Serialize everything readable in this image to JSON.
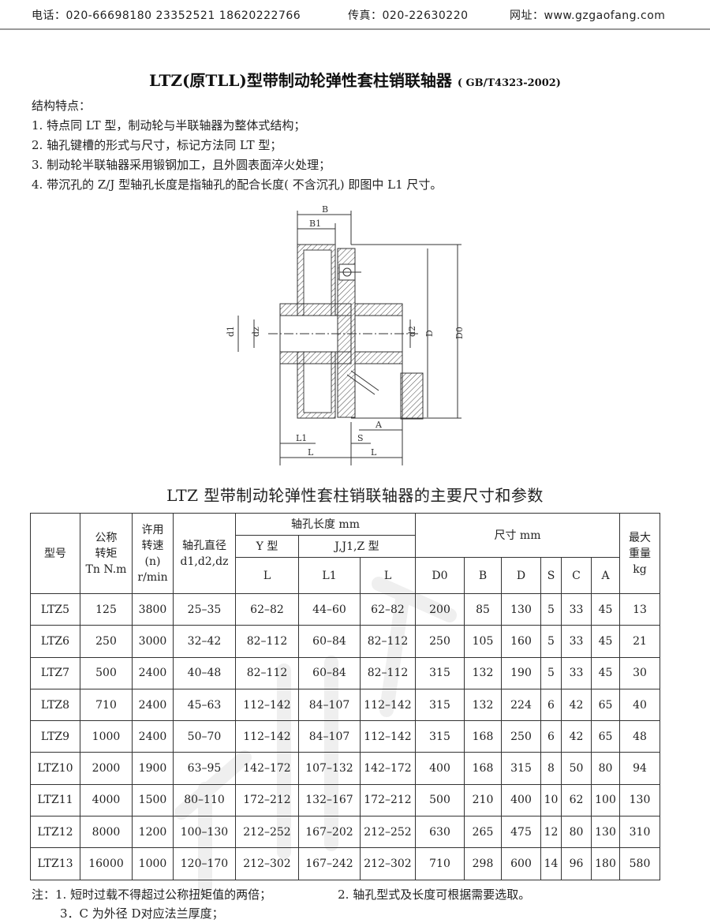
{
  "header": {
    "phone_label": "电话：",
    "phone_values": "020-66698180  23352521  18620222766",
    "fax_label": "传真：",
    "fax_value": "020-22630220",
    "web_label": "网址：",
    "web_value": "www.gzgaofang.com"
  },
  "title": {
    "main": "LTZ(原TLL)型带制动轮弹性套柱销联轴器",
    "standard": "( GB/T4323-2002)"
  },
  "features": {
    "heading": "结构特点：",
    "items": [
      "1. 特点同 LT 型，制动轮与半联轴器为整体式结构；",
      "2. 轴孔键槽的形式与尺寸，标记方法同 LT 型；",
      "3. 制动轮半联轴器采用锻钢加工，且外圆表面淬火处理；",
      "4. 带沉孔的 Z/J  型轴孔长度是指轴孔的配合长度( 不含沉孔) 即图中 L1 尺寸。"
    ]
  },
  "diagram": {
    "labels": {
      "B": "B",
      "B1": "B1",
      "d1": "d1",
      "dz": "dz",
      "d2": "d2",
      "D": "D",
      "D0": "D0",
      "L1": "L1",
      "L": "L",
      "S": "S",
      "A": "A"
    }
  },
  "table": {
    "title": "LTZ 型带制动轮弹性套柱销联轴器的主要尺寸和参数",
    "headers": {
      "model": "型号",
      "torque": [
        "公称",
        "转矩",
        "Tn N.m"
      ],
      "speed": [
        "许用",
        "转速",
        "(n)",
        "r/min"
      ],
      "bore": [
        "轴孔直径",
        "d1,d2,dz"
      ],
      "bore_length": "轴孔长度  mm",
      "y_type": "Y 型",
      "jz_type": "J,J1,Z   型",
      "L": "L",
      "L1": "L1",
      "L_b": "L",
      "dims": "尺寸  mm",
      "D0": "D0",
      "B": "B",
      "D": "D",
      "S": "S",
      "C": "C",
      "A": "A",
      "weight": [
        "最大",
        "重量",
        "kg"
      ]
    },
    "rows": [
      [
        "LTZ5",
        "125",
        "3800",
        "25–35",
        "62–82",
        "44–60",
        "62–82",
        "200",
        "85",
        "130",
        "5",
        "33",
        "45",
        "13"
      ],
      [
        "LTZ6",
        "250",
        "3000",
        "32–42",
        "82–112",
        "60–84",
        "82–112",
        "250",
        "105",
        "160",
        "5",
        "33",
        "45",
        "21"
      ],
      [
        "LTZ7",
        "500",
        "2400",
        "40–48",
        "82–112",
        "60–84",
        "82–112",
        "315",
        "132",
        "190",
        "5",
        "33",
        "45",
        "30"
      ],
      [
        "LTZ8",
        "710",
        "2400",
        "45–63",
        "112–142",
        "84–107",
        "112–142",
        "315",
        "132",
        "224",
        "6",
        "42",
        "65",
        "40"
      ],
      [
        "LTZ9",
        "1000",
        "2400",
        "50–70",
        "112–142",
        "84–107",
        "112–142",
        "315",
        "168",
        "250",
        "6",
        "42",
        "65",
        "48"
      ],
      [
        "LTZ10",
        "2000",
        "1900",
        "63–95",
        "142–172",
        "107–132",
        "142–172",
        "400",
        "168",
        "315",
        "8",
        "50",
        "80",
        "94"
      ],
      [
        "LTZ11",
        "4000",
        "1500",
        "80–110",
        "172–212",
        "132–167",
        "172–212",
        "500",
        "210",
        "400",
        "10",
        "62",
        "100",
        "130"
      ],
      [
        "LTZ12",
        "8000",
        "1200",
        "100–130",
        "212–252",
        "167–202",
        "212–252",
        "630",
        "265",
        "475",
        "12",
        "80",
        "130",
        "310"
      ],
      [
        "LTZ13",
        "16000",
        "1000",
        "120–170",
        "212–302",
        "167–242",
        "212–302",
        "710",
        "298",
        "600",
        "14",
        "96",
        "180",
        "580"
      ]
    ]
  },
  "notes": {
    "prefix": "注：",
    "n1": "1. 短时过载不得超过公称扭矩值的两倍；",
    "n2": "2. 轴孔型式及长度可根据需要选取。",
    "n3": "3．C 为外径 D对应法兰厚度；"
  },
  "colors": {
    "text": "#222222",
    "rule": "#9a9a9a",
    "table_border": "#333333",
    "watermark": "#bbbbbb"
  }
}
